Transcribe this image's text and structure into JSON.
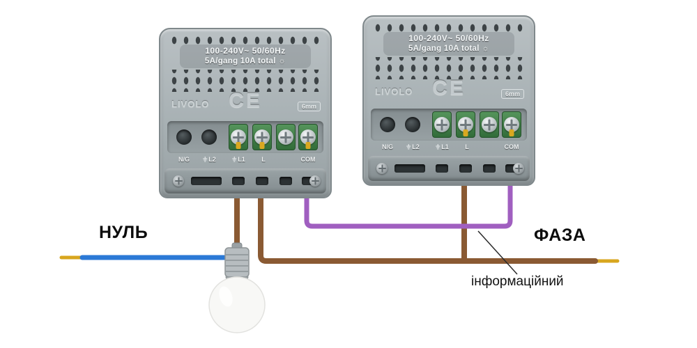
{
  "module": {
    "rating_line1": "100-240V~ 50/60Hz",
    "rating_line2": "5A/gang 10A total",
    "lamp_icon": "☼",
    "brand": "LIVOLO",
    "ce_mark": "CE",
    "wire_gauge": "6mm",
    "terminals": [
      "N/G",
      "L2",
      "L1",
      "L",
      "COM"
    ]
  },
  "labels": {
    "neutral": "НУЛЬ",
    "phase": "ФАЗА",
    "signal": "інформаційний"
  },
  "colors": {
    "wire_blue": "#2b79d6",
    "wire_brown": "#8a5a33",
    "wire_purple": "#a05fc0",
    "wire_bare": "#d8a61e",
    "pointer": "#2a2a2a"
  }
}
